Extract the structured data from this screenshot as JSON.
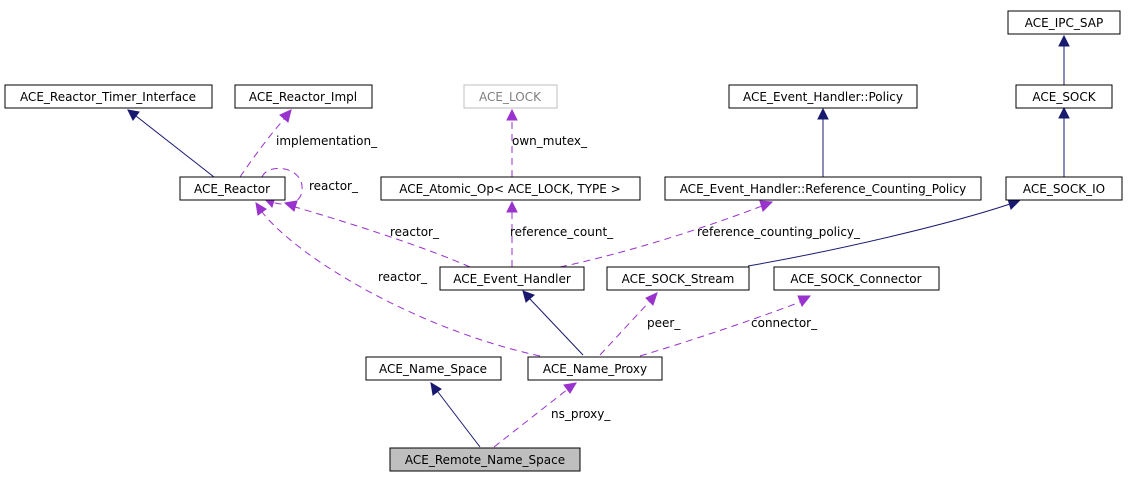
{
  "nodes": {
    "ipc_sap": "ACE_IPC_SAP",
    "reactor_timer_interface": "ACE_Reactor_Timer_Interface",
    "reactor_impl": "ACE_Reactor_Impl",
    "lock": "ACE_LOCK",
    "event_handler_policy": "ACE_Event_Handler::Policy",
    "sock": "ACE_SOCK",
    "reactor": "ACE_Reactor",
    "atomic_op": "ACE_Atomic_Op< ACE_LOCK, TYPE >",
    "reference_counting_policy": "ACE_Event_Handler::Reference_Counting_Policy",
    "sock_io": "ACE_SOCK_IO",
    "event_handler": "ACE_Event_Handler",
    "sock_stream": "ACE_SOCK_Stream",
    "sock_connector": "ACE_SOCK_Connector",
    "name_space": "ACE_Name_Space",
    "name_proxy": "ACE_Name_Proxy",
    "remote_name_space": "ACE_Remote_Name_Space"
  },
  "edge_labels": {
    "implementation": "implementation_",
    "reactor_self": "reactor_",
    "own_mutex": "own_mutex_",
    "reactor_eh": "reactor_",
    "reference_count": "reference_count_",
    "reference_counting_policy": "reference_counting_policy_",
    "reactor_proxy": "reactor_",
    "peer": "peer_",
    "connector": "connector_",
    "ns_proxy": "ns_proxy_"
  },
  "colors": {
    "inheritance": "#191970",
    "usage": "#9a32cd",
    "focus_fill": "#bfbfbf",
    "gray_border": "#bfbfbf"
  }
}
